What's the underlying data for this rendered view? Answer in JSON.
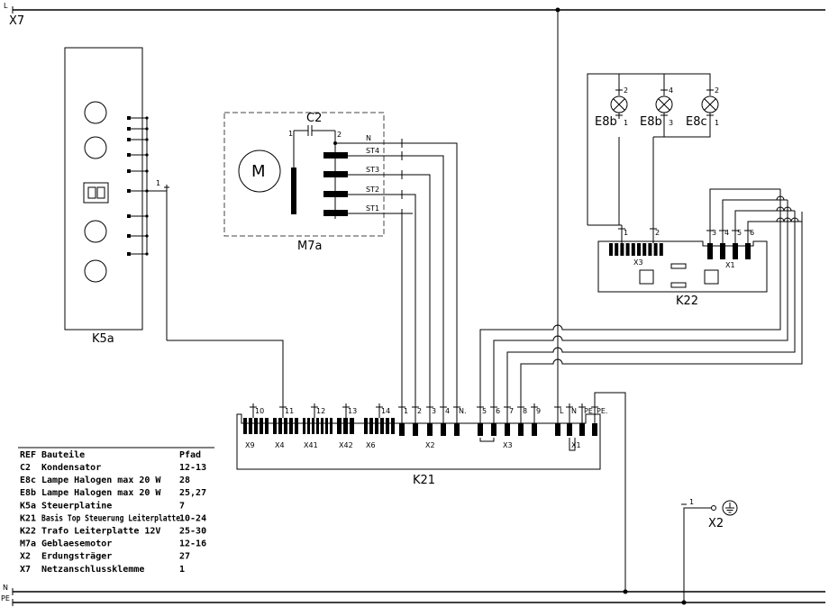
{
  "rails": {
    "top_l": "L",
    "top_x7": "X7",
    "bottom_n": "N",
    "bottom_pe": "PE"
  },
  "k5a": {
    "name": "K5a",
    "pin": "1"
  },
  "m7a": {
    "name": "M7a",
    "motor_symbol": "M",
    "capacitor": "C2",
    "cap_pin1": "1",
    "cap_pin2": "2",
    "terminals": [
      "N",
      "ST4",
      "ST3",
      "ST2",
      "ST1"
    ]
  },
  "lamps": [
    {
      "name": "E8b",
      "pin_top": "2",
      "pin_bottom": "1"
    },
    {
      "name": "E8b",
      "pin_top": "4",
      "pin_bottom": "3"
    },
    {
      "name": "E8c",
      "pin_top": "2",
      "pin_bottom": "1"
    }
  ],
  "k22": {
    "name": "K22",
    "conn_x3": "X3",
    "conn_x1": "X1",
    "pins_left": [
      "1",
      "2"
    ],
    "pins_right": [
      "3",
      "4",
      "5",
      "6"
    ]
  },
  "k21": {
    "name": "K21",
    "connectors": [
      "X9",
      "X4",
      "X41",
      "X42",
      "X6",
      "X2",
      "X3",
      "X1"
    ],
    "pins_left": [
      "10",
      "11",
      "12",
      "13",
      "14"
    ],
    "pins_x2": [
      "1",
      "2",
      "3",
      "4",
      "N."
    ],
    "pins_x3": [
      "5",
      "6",
      "7",
      "8",
      "9"
    ],
    "pins_x1": [
      "L",
      "N",
      "PE",
      "PE."
    ]
  },
  "x2": {
    "name": "X2",
    "pin": "1"
  },
  "legend": {
    "header": {
      "ref": "REF",
      "part": "Bauteile",
      "path": "Pfad"
    },
    "rows": [
      {
        "ref": "C2",
        "part": "Kondensator",
        "path": "12-13"
      },
      {
        "ref": "E8c",
        "part": "Lampe Halogen max 20 W",
        "path": "28"
      },
      {
        "ref": "E8b",
        "part": "Lampe Halogen max 20 W",
        "path": "25,27"
      },
      {
        "ref": "K5a",
        "part": "Steuerplatine",
        "path": "7"
      },
      {
        "ref": "K21",
        "part": "Basis Top Steuerung Leiterplatte",
        "path": "10-24"
      },
      {
        "ref": "K22",
        "part": "Trafo Leiterplatte 12V",
        "path": "25-30"
      },
      {
        "ref": "M7a",
        "part": "Geblaesemotor",
        "path": "12-16"
      },
      {
        "ref": "X2",
        "part": "Erdungsträger",
        "path": "27"
      },
      {
        "ref": "X7",
        "part": "Netzanschlussklemme",
        "path": "1"
      }
    ]
  }
}
